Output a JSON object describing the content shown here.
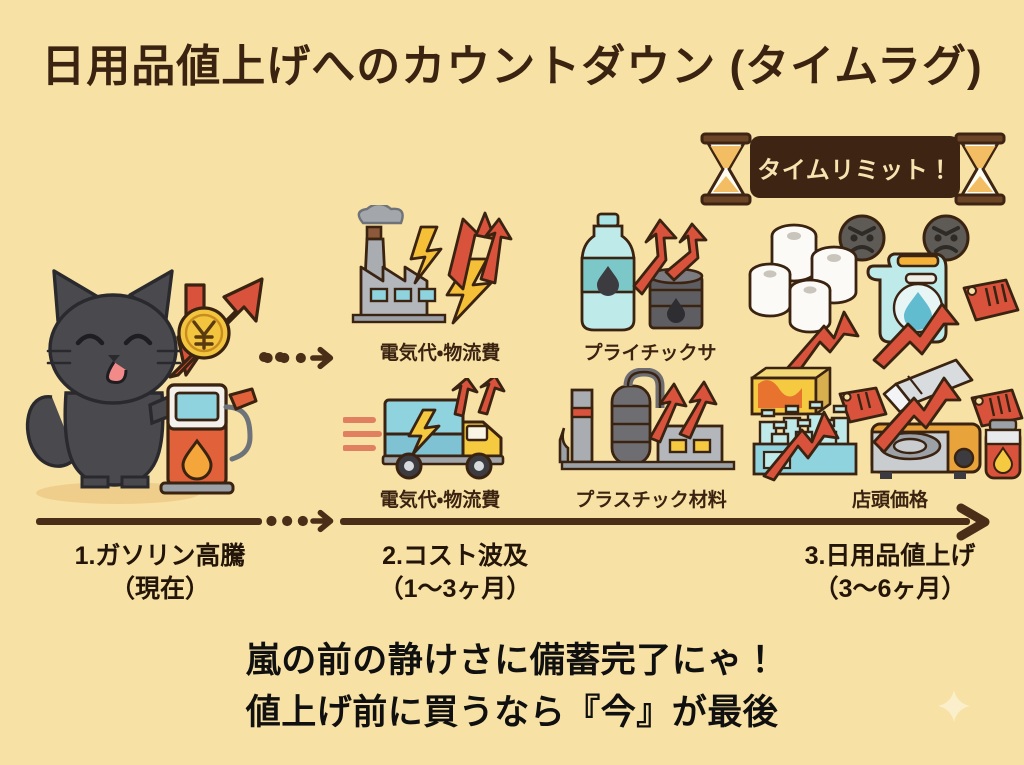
{
  "title": "日用品値上げへのカウントダウン (タイムラグ)",
  "badge": {
    "label": "タイムリミット！",
    "icon_left": "hourglass-icon",
    "icon_right": "hourglass-icon"
  },
  "colors": {
    "background": "#F7E1A4",
    "title_text": "#3B2312",
    "badge_bg": "#3D2413",
    "badge_text": "#F6E3B0",
    "timeline": "#4A2E18",
    "arrow_red": "#D9533C",
    "bolt_yellow": "#F5C037",
    "message_text": "#101010"
  },
  "stages": [
    {
      "caption_line1": "1.ガソリン高騰",
      "caption_line2": "（現在）",
      "icons": [
        "cat-icon",
        "gas-pump-icon",
        "yen-coin-icon",
        "up-arrow-icon"
      ],
      "labels": []
    },
    {
      "caption_line1": "2.コスト波及",
      "caption_line2": "（1〜3ヶ月）",
      "icons": [
        "factory-icon",
        "truck-icon",
        "lightning-icon",
        "up-arrow-icon",
        "bottle-icon",
        "oil-drum-icon",
        "refinery-icon"
      ],
      "labels": [
        "電気代・物流費",
        "プライチックサ",
        "電気代・物流費",
        "プラスチック材料"
      ]
    },
    {
      "caption_line1": "3.日用品値上げ",
      "caption_line2": "（3〜6ヶ月）",
      "icons": [
        "toilet-paper-icon",
        "detergent-icon",
        "angry-face-icon",
        "price-tag-icon",
        "water-case-icon",
        "gas-stove-icon",
        "gas-canister-icon",
        "foil-icon"
      ],
      "labels": [
        "店頭価格"
      ]
    }
  ],
  "labels": {
    "electricity_logistics_top": "電気代・物流費",
    "plastic_top": "プライチックサ",
    "electricity_logistics_bottom": "電気代・物流費",
    "plastic_material": "プラスチック材料",
    "store_price": "店頭価格"
  },
  "message": {
    "line1": "嵐の前の静けさに備蓄完了にゃ！",
    "line2": "値上げ前に買うなら『今』が最後"
  }
}
